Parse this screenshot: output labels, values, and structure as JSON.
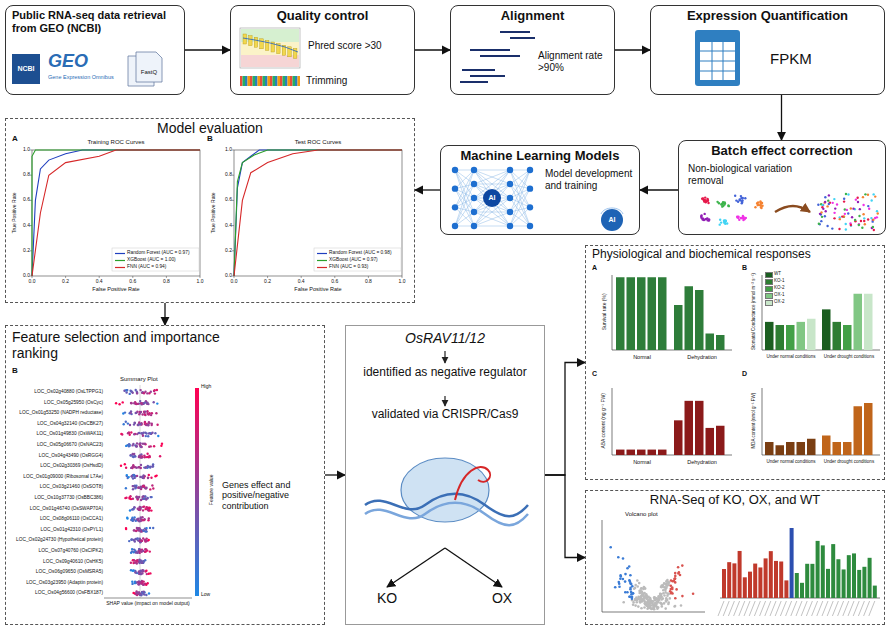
{
  "diagram": {
    "nodes": [
      {
        "text": [
          "Public RNA-seq data retrieval from GEO (NCBI)"
        ]
      },
      {
        "text": [
          "Quality control",
          "Phred score >30",
          "Trimming"
        ]
      },
      {
        "text": [
          "Alignment",
          "Alignment rate >90%"
        ]
      },
      {
        "text": [
          "Expression Quantification",
          "FPKM"
        ]
      },
      {
        "text": [
          "Batch effect correction",
          "Non-biological variation removal"
        ]
      },
      {
        "text": [
          "Machine Learning Models",
          "Model development and training"
        ]
      },
      {
        "text": [
          "Model evaluation"
        ]
      },
      {
        "text": [
          "Feature selection and importance ranking"
        ]
      },
      {
        "text": [
          "OsRAV11/12",
          "identified as negative regulator",
          "validated via CRISPR/Cas9"
        ]
      },
      {
        "text": [
          "KO"
        ],
        "in": 8
      },
      {
        "text": [
          "OX"
        ],
        "in": 8
      },
      {
        "text": [
          "Physiological and biochemical responses"
        ]
      },
      {
        "text": [
          "RNA-Seq of KO, OX, and WT"
        ]
      }
    ],
    "edges": [
      {
        "from": 0,
        "to": 1,
        "arrow": "to"
      },
      {
        "from": 1,
        "to": 2,
        "arrow": "to"
      },
      {
        "from": 2,
        "to": 3,
        "arrow": "to"
      },
      {
        "from": 3,
        "to": 4,
        "arrow": "to"
      },
      {
        "from": 4,
        "to": 5,
        "arrow": "to"
      },
      {
        "from": 5,
        "to": 6,
        "arrow": "to"
      },
      {
        "from": 6,
        "to": 7,
        "arrow": "to"
      },
      {
        "from": 7,
        "to": 8,
        "label": "Genes effect and positive/negative contribution",
        "arrow": "to"
      },
      {
        "from": 8,
        "to": 9,
        "arrow": "to"
      },
      {
        "from": 8,
        "to": 10,
        "arrow": "to"
      },
      {
        "from": 8,
        "to": 11,
        "arrow": "to"
      },
      {
        "from": 8,
        "to": 12,
        "arrow": "to"
      }
    ],
    "labels": [
      "NCBI",
      "GEO",
      "Gene Expression Omnibus",
      "FastQ",
      "AI",
      "AI",
      "A",
      "Training ROC Curves",
      "B",
      "Test ROC Curves",
      "True Positive Rate",
      "True Positive Rate",
      "False Positive Rate",
      "False Positive Rate",
      "0.0",
      "0.2",
      "0.4",
      "0.6",
      "0.8",
      "1.0",
      "0.0",
      "0.2",
      "0.4",
      "0.6",
      "0.8",
      "1.0",
      "0.0",
      "0.2",
      "0.4",
      "0.6",
      "0.8",
      "1.0",
      "0.0",
      "0.2",
      "0.4",
      "0.6",
      "0.8",
      "1.0",
      "B",
      "Summary Plot",
      "LOC_Os02g40880 (OsLTPPG1)",
      "LOC_Os05g25950 (OsCyc)",
      "LOC_Os01g53250 (NADPH reductase)",
      "LOC_Os04g32140 (OsCBK27)",
      "LOC_Os01g49830 (OsWAK11)",
      "LOC_Os05g06670 (OsNAC23)",
      "LOC_Os04g43490 (OsRGG4)",
      "LOC_Os02g30369 (OsHsdD)",
      "LOC_Os01g09000 (Ribosomal L7Ae)",
      "LOC_Os03g21460 (OsSOT8)",
      "LOC_Os10g37730 (OsBBC386)",
      "LOC_Os01g46740 (OsSWAP70A)",
      "LOC_Os08g06110 (OsCCA1)",
      "LOC_Os01g42310 (OsPYL1)",
      "LOC_Os02g24730 (Hypothetical protein)",
      "LOC_Os07g40760 (OsCIPK2)",
      "LOC_Os09g40610 (OsHK5)",
      "LOC_Os06g09650 (OsMSRA5)",
      "LOC_Os03g23950 (Adaptin protein)",
      "LOC_Os04g56600 (OsFBX187)",
      "SHAP value (impact on model output)",
      "Feature value",
      "High",
      "Low",
      "A",
      "B",
      "C",
      "D",
      "Survival rate (%)",
      "Stomatal Conductance (mmol m⁻² s⁻¹)",
      "ABA content (ng g⁻¹ FW)",
      "MDA content (nmol g⁻¹ FW)",
      "Normal",
      "Dehydration",
      "Under normal conditions",
      "Under drought conditions",
      "Normal",
      "Dehydration",
      "Under normal conditions",
      "Under drought conditions",
      "Volcano plot"
    ],
    "legend": [
      {
        "text": "Random Forest (AUC = 0.97)"
      },
      {
        "text": "XGBoost (AUC = 1.00)"
      },
      {
        "text": "FNN (AUC = 0.94)"
      },
      {
        "text": "Random Forest (AUC = 0.98)"
      },
      {
        "text": "XGBoost (AUC = 0.97)"
      },
      {
        "text": "FNN (AUC = 0.93)"
      },
      {
        "text": "WT",
        "color": "#1b5e20"
      },
      {
        "text": "KO-1",
        "color": "#2e7d32"
      },
      {
        "text": "KO-2",
        "color": "#43a047"
      },
      {
        "text": "OX-1",
        "color": "#81c784"
      },
      {
        "text": "OX-2",
        "color": "#c8e6c9"
      }
    ]
  }
}
